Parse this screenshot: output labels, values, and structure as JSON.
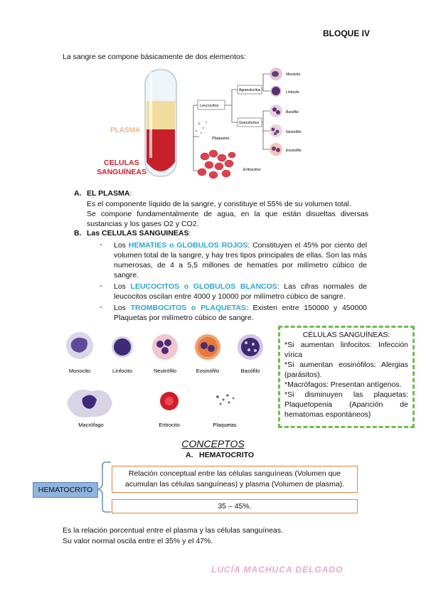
{
  "header": {
    "bloque": "BLOQUE IV"
  },
  "intro": "La sangre se compone básicamente de dos elementos:",
  "diagram": {
    "plasma_label": "PLASMA",
    "cells_label_1": "CELULAS",
    "cells_label_2": "SANGUÍNEAS",
    "leucocitos": "Leucocitos",
    "agranulocitos": "Agranulocitos",
    "granulocitos": "Granulocitos",
    "plaquetas": "Plaquetas",
    "eritrocitos": "Eritrocitos",
    "monocito": "Monocito",
    "linfocito": "Linfocito",
    "basofilo": "Basófilo",
    "neutrofilo": "Neutrófilo",
    "eosinofilo": "Eosinófilo"
  },
  "section_a": {
    "letter": "A.",
    "title": "EL PLASMA",
    "colon": ":",
    "line1": "Es el componente líquido de la sangre, y constituye el 55% de su volumen total.",
    "line2": "Se compone fundamentalmente de agua, en la que están disueltas diversas sustancias y los gases O2 y CO2."
  },
  "section_b": {
    "letter": "B.",
    "title": "Las CELULAS SANGUINEAS",
    "colon": ":",
    "items": [
      {
        "pre": "Los ",
        "highlight": "HEMATIES o GLOBULOS ROJOS",
        "post": ": Constituyen el 45% por ciento del volumen total de la sangre, y hay tres tipos principales de ellas. Son las más numerosas, de 4 a 5,5 millones de hematíes por milímetro cúbico de sangre."
      },
      {
        "pre": "Los ",
        "highlight": "LEUCOCITOS o GLOBULOS BLANCOS",
        "post": ": Las cifras normales de leucocitos oscilan entre 4000 y 10000 por milímetro cúbico de sangre."
      },
      {
        "pre": "Los ",
        "highlight": "TROMBOCITOS o PLAQUETAS",
        "post": ": Existen entre 150000 y 450000 Plaquetas por milímetro cúbico de sangre."
      }
    ]
  },
  "cells_figure": {
    "labels": [
      "Monocito",
      "Linfocito",
      "Neutrófilo",
      "Eosinófilo",
      "Basófilo",
      "Macrófago",
      "Eritrocito",
      "Plaquetas"
    ]
  },
  "sidebox": {
    "title": "CÉLULAS SANGUÍNEAS:",
    "lines": [
      "*Si aumentan linfocitos: Infección vírica",
      "*Si aumentan eosinófilos: Alergias (parásitos).",
      "*Macrófagos: Presentan antígenos.",
      "*Si disminuyen las plaquetas: Plaquetopenia (Aparición de hematomas espontáneos)"
    ]
  },
  "conceptos": {
    "title": "CONCEPTOS",
    "sub_letter": "A.",
    "sub_title": "HEMATOCRITO",
    "term": "HEMATOCRITO",
    "definition": "Relación conceptual entre las células sanguíneas (Volumen que acumulan las células sanguíneas) y plasma (Volumen de plasma).",
    "range": "35 – 45%."
  },
  "footer_text": {
    "line1": "Es la relación porcentual entre el plasma y las células sanguíneas.",
    "line2": "Su valor normal oscila entre el 35% y el 47%."
  },
  "signature": "LUCÍA MACHUCA DELGADO",
  "colors": {
    "cyan": "#2aa7d8",
    "green_dash": "#6bbf4e",
    "orange": "#e8823a",
    "blue_box": "#8fb4dd",
    "pink": "#e9a9cf"
  }
}
